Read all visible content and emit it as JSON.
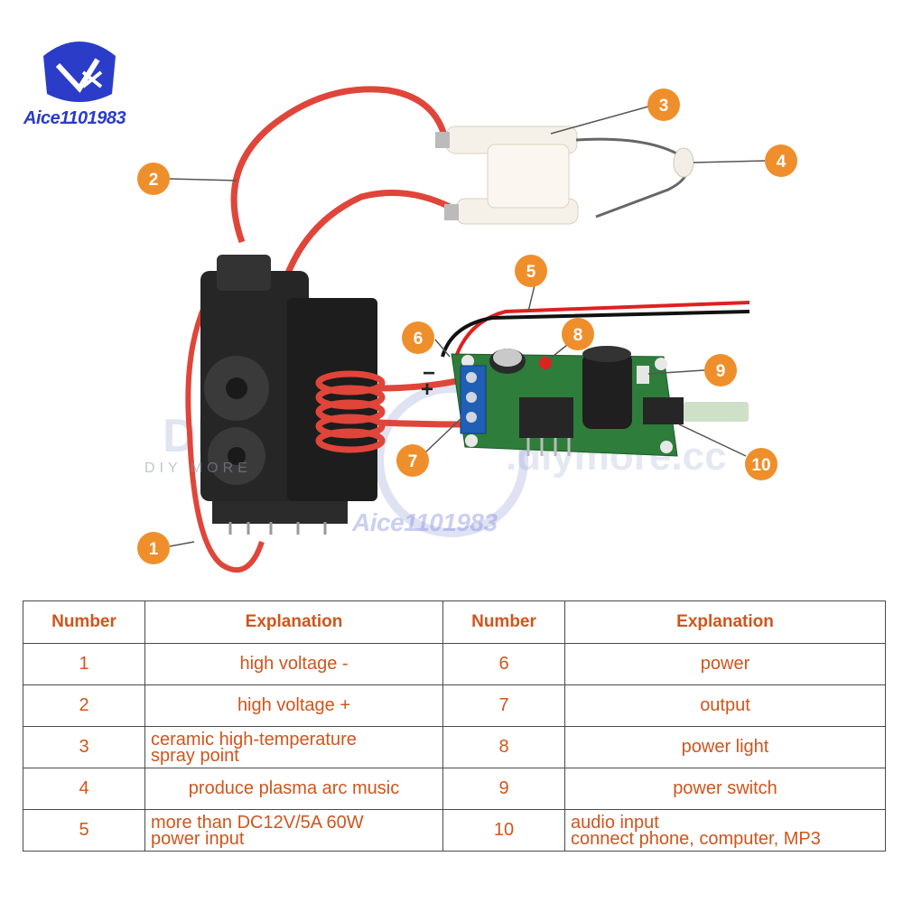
{
  "brand": {
    "logo_text": "Aice1101983",
    "watermark_text": "Aice1101983",
    "watermark_sub": "DIY MORE"
  },
  "polarity": {
    "minus": "−",
    "plus": "+"
  },
  "callouts": [
    "1",
    "2",
    "3",
    "4",
    "5",
    "6",
    "7",
    "8",
    "9",
    "10"
  ],
  "table": {
    "headers": [
      "Number",
      "Explanation",
      "Number",
      "Explanation"
    ],
    "rows": [
      {
        "n1": "1",
        "e1": "high voltage -",
        "n2": "6",
        "e2": "power"
      },
      {
        "n1": "2",
        "e1": "high voltage +",
        "n2": "7",
        "e2": "output"
      },
      {
        "n1": "3",
        "e1a": "ceramic high-temperature",
        "e1b": "spray point",
        "n2": "8",
        "e2": "power light"
      },
      {
        "n1": "4",
        "e1": "produce plasma arc music",
        "n2": "9",
        "e2": "power switch"
      },
      {
        "n1": "5",
        "e1a": "more than DC12V/5A 60W",
        "e1b": "power input",
        "n2": "10",
        "e2a": "audio input",
        "e2b": "connect phone, computer, MP3"
      }
    ]
  },
  "colors": {
    "callout": "#ef8f2c",
    "text_accent": "#d0551c",
    "logo": "#2a3cc8",
    "pcb": "#2e7d3a",
    "wire_red": "#e0453a"
  }
}
